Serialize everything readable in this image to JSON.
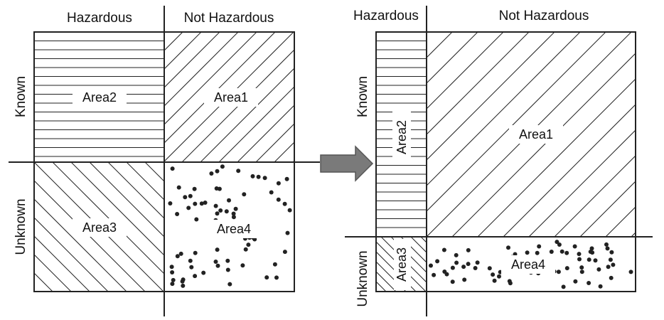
{
  "left": {
    "col_headers": [
      "Hazardous",
      "Not Hazardous"
    ],
    "row_headers": [
      "Known",
      "Unknown"
    ],
    "areas": {
      "area1": "Area1",
      "area2": "Area2",
      "area3": "Area3",
      "area4": "Area4"
    }
  },
  "right": {
    "col_headers": [
      "Hazardous",
      "Not Hazardous"
    ],
    "row_headers": [
      "Known",
      "Unknown"
    ],
    "areas": {
      "area1": "Area1",
      "area2": "Area2",
      "area3": "Area3",
      "area4": "Area4"
    }
  },
  "colors": {
    "line": "#222222",
    "arrow_fill": "#7a7a7a",
    "arrow_stroke": "#555555"
  }
}
